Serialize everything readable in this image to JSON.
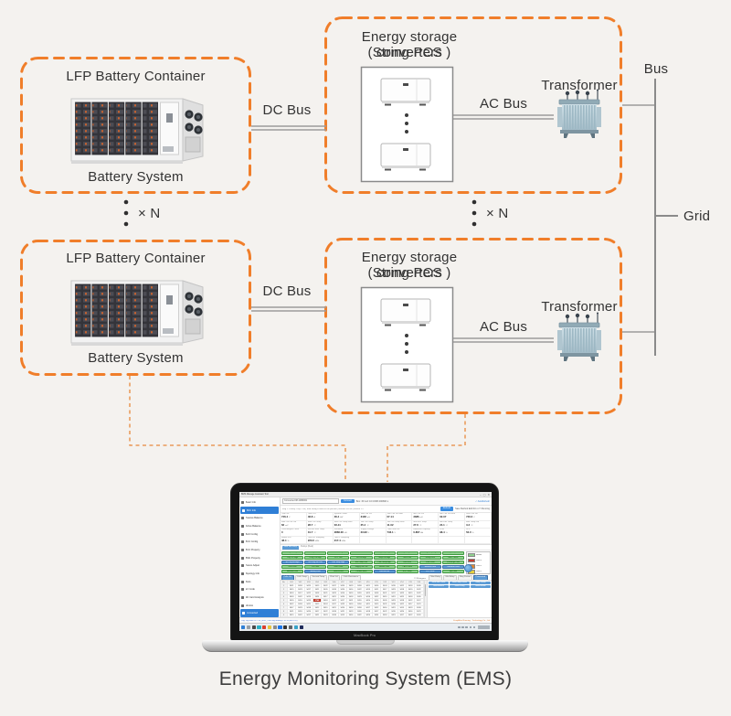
{
  "diagram": {
    "battery_box": {
      "title": "LFP Battery Container",
      "label": "Battery System"
    },
    "converter_box": {
      "title": "Energy storage converters",
      "subtitle": "(String PCS )"
    },
    "labels": {
      "dc_bus": "DC Bus",
      "ac_bus": "AC Bus",
      "transformer": "Transformer",
      "bus": "Bus",
      "grid": "Grid",
      "xn": "× N"
    },
    "colors": {
      "box_border": "#f07e2a",
      "thin_connector": "#e8893c",
      "wire": "#9b9b9b",
      "bus_wire": "#8a8a8a"
    }
  },
  "caption": "Energy Monitoring System (EMS)",
  "laptop": {
    "brand": "MacBook Pro",
    "app": {
      "title": "BMS Manage Assistant Tool",
      "window_controls": [
        "–",
        "▢",
        "✕"
      ],
      "toolbarA": {
        "device_field": "Connected  08-14B0001",
        "connect_label": "Connect",
        "info": [
          "Box: 15",
          "Cell: 16",
          "COM3  460800 ▾"
        ],
        "auto_refresh": "✓ AutoRefresh"
      },
      "toolbarB": {
        "path": "Msg 1 » Relay » Rly » Vol  |  read config & write all cell packets  |  timeout 200 ms  |  refresh 1 s",
        "action_label": "Refresh",
        "right": [
          "Save Method",
          "Edit",
          "Rcv ▾",
          "☐ Running"
        ]
      },
      "sidebar": [
        {
          "label": "Basic Info",
          "active": false
        },
        {
          "label": "BDU Info",
          "active": true
        },
        {
          "label": "Passive Balance",
          "active": false
        },
        {
          "label": "Active Balance",
          "active": false
        },
        {
          "label": "BAU Config",
          "active": false
        },
        {
          "label": "BCU Config",
          "active": false
        },
        {
          "label": "BCU Property",
          "active": false
        },
        {
          "label": "BMU Property",
          "active": false
        },
        {
          "label": "Param Adjust",
          "active": false
        },
        {
          "label": "Topology Info",
          "active": false
        },
        {
          "label": "Tools",
          "active": false
        },
        {
          "label": "Err Code",
          "active": false
        },
        {
          "label": "SD Card Analysis",
          "active": false
        },
        {
          "label": "Monitor",
          "active": false
        },
        {
          "label": "Connected",
          "active": true
        }
      ],
      "metrics": [
        [
          {
            "l": "Total Vol",
            "v": "746.4",
            "u": "V"
          },
          {
            "l": "Total Cur",
            "v": "48.8",
            "u": "A"
          },
          {
            "l": "System Power",
            "v": "36.4",
            "u": "kW"
          },
          {
            "l": "Max Cell Vol",
            "v": "3448",
            "u": "mV"
          },
          {
            "l": "Max Cell Vol Num",
            "v": "07-14",
            "u": ""
          },
          {
            "l": "Min Cell Vol",
            "v": "3386",
            "u": "mV"
          },
          {
            "l": "Min Cell Vol Num",
            "v": "02-07",
            "u": ""
          },
          {
            "l": "Sum Cell Vol",
            "v": "746.0",
            "u": "V"
          }
        ],
        [
          {
            "l": "Max Cell Vol Diff",
            "v": "62",
            "u": "mV"
          },
          {
            "l": "Max Cell Temp",
            "v": "28.7",
            "u": "°C"
          },
          {
            "l": "Max Cell Temp Num",
            "v": "03-11",
            "u": ""
          },
          {
            "l": "Min Cell Temp",
            "v": "25.4",
            "u": "°C"
          },
          {
            "l": "Min Cell Temp Num",
            "v": "11-02",
            "u": ""
          },
          {
            "l": "Max Env Temp",
            "v": "27.6",
            "u": "°C"
          },
          {
            "l": "Min Env Temp",
            "v": "24.1",
            "u": "°C"
          },
          {
            "l": "Max Temp Diff",
            "v": "3.3",
            "u": "°C"
          }
        ],
        [
          {
            "l": "Overcharged Count",
            "v": "0",
            "u": ""
          },
          {
            "l": "HS Box Max Temp",
            "v": "31.7",
            "u": "°C"
          },
          {
            "l": "Insulation",
            "v": "2866.00",
            "u": "kΩ"
          },
          {
            "l": "Supply Voltage",
            "v": "23.96",
            "u": "V"
          },
          {
            "l": "Lead Total Vol",
            "v": "746.1",
            "u": "V"
          },
          {
            "l": "Balanced Capacity",
            "v": "0.867",
            "u": "Ah"
          },
          {
            "l": "SOH",
            "v": "98.4",
            "u": "%"
          },
          {
            "l": "SOC",
            "v": "52.0",
            "u": "%"
          }
        ],
        [
          {
            "l": "Rated SOC",
            "v": "48.4",
            "u": "%"
          },
          {
            "l": "Total HV Sampling",
            "v": "223.0",
            "u": "kWh"
          },
          {
            "l": "Total P Sampling",
            "v": "217.4",
            "u": "kWh"
          },
          null,
          null,
          null,
          null,
          null
        ]
      ],
      "section_tab": "Cell Vol/Temp",
      "section_rest": "Relays (Real)",
      "grid_buttons": [
        "Chg Vol High",
        "Dchg Vol Low",
        "Cell Vol High",
        "Cell Vol Low",
        "Chg Temp High",
        "Chg Temp Low",
        "Dchg Temp High",
        "Dchg Temp Low",
        "Chg Cur High",
        "Dchg Cur High",
        "SOC Low",
        "Vol Diff High",
        "Temp Diff High",
        "Insul Low",
        "Relay Fault",
        "BMU Offline",
        "BL Chg Vol High",
        "BL Dchg Vol Low",
        "Env Temp High",
        "Env Temp Low",
        "Pole Temp High",
        "Fan Fault",
        "Fuse Fault",
        "Precharge Fault",
        "Wire Fault",
        "HV Fault",
        "MSD Fault",
        "Supply Vol Low",
        "Heater Fault",
        "CAN Offline",
        "Balance Fault",
        "Contactor Fault",
        "Aerosol Fault",
        "Airway Fault",
        "Level3 Fault",
        "Current Fault",
        "PackVol Diff",
        "SOC Jump",
        "NTC Fault",
        "Sys Fault"
      ],
      "grid_blue_indexes": [
        16,
        17,
        18,
        30,
        31,
        33,
        36,
        38
      ],
      "legend": [
        {
          "label": "Normal",
          "color": "#8fd08f"
        },
        {
          "label": "Level 3",
          "color": "#c43c2e"
        },
        {
          "label": "Level 2",
          "color": "#e2862f"
        },
        {
          "label": "Level 1",
          "color": "#e5cf3e"
        }
      ],
      "table_tabs": [
        "Cells Vol",
        "Cells Temp",
        "Second Temp",
        "Plate Vol",
        "Cells Resistance"
      ],
      "whitegone_label": "☐ Whitegone",
      "right_tabs": [
        "Max Relay",
        "Min Relay",
        "Mag Packet",
        "Connected"
      ],
      "right_buttons": [
        "Read Volt Packet",
        "Read Temp Packet",
        "Relay Packet",
        "Read Balance",
        "Read Config",
        "Read Version"
      ],
      "table": {
        "headers": [
          "No.",
          "V01",
          "V02",
          "V03",
          "V04",
          "V05",
          "V06",
          "V07",
          "V08",
          "V09",
          "V10",
          "V11",
          "V12",
          "V13",
          "V14",
          "V15",
          "V16"
        ],
        "alert": {
          "row": 4,
          "col": 3
        },
        "rows": [
          [
            3421,
            3418,
            3425,
            3419,
            3422,
            3417,
            3420,
            3423,
            3418,
            3421,
            3416,
            3424,
            3419,
            3422,
            3418,
            3420
          ],
          [
            3419,
            3423,
            3417,
            3421,
            3420,
            3418,
            3424,
            3416,
            3422,
            3419,
            3421,
            3417,
            3423,
            3418,
            3420,
            3422
          ],
          [
            3424,
            3417,
            3422,
            3418,
            3421,
            3423,
            3416,
            3420,
            3419,
            3425,
            3418,
            3421,
            3417,
            3423,
            3419,
            3422
          ],
          [
            3418,
            3422,
            3419,
            3424,
            3417,
            3421,
            3420,
            3418,
            3423,
            3416,
            3422,
            3419,
            3421,
            3425,
            3418,
            3420
          ],
          [
            3420,
            3419,
            3423,
            2748,
            3418,
            3422,
            3417,
            3421,
            3419,
            3424,
            3416,
            3420,
            3423,
            3418,
            3422,
            3417
          ],
          [
            3422,
            3418,
            3421,
            3419,
            3424,
            3417,
            3423,
            3420,
            3416,
            3421,
            3419,
            3425,
            3418,
            3422,
            3417,
            3421
          ],
          [
            3417,
            3423,
            3418,
            3422,
            3419,
            3421,
            3420,
            3424,
            3418,
            3417,
            3422,
            3416,
            3421,
            3419,
            3423,
            3418
          ],
          [
            3421,
            3419,
            3424,
            3417,
            3422,
            3418,
            3421,
            3423,
            3420,
            3418,
            3417,
            3422,
            3419,
            3424,
            3416,
            3421
          ],
          [
            3419,
            3422,
            3417,
            3421,
            3423,
            3418,
            3419,
            3416,
            3422,
            3420,
            3424,
            3418,
            3421,
            3417,
            3422,
            3419
          ],
          [
            3423,
            3418,
            3421,
            3420,
            3417,
            3424,
            3418,
            3422,
            3419,
            3421,
            3416,
            3423,
            3418,
            3420,
            3422,
            3417
          ],
          [
            3418,
            3421,
            3419,
            3423,
            3420,
            3417,
            3422,
            3418,
            3421,
            3424,
            3419,
            3417,
            3423,
            3421,
            3418,
            3420
          ]
        ]
      },
      "status_left": "Log: cfg read OK  »  01_BDU_Cells.log   loading 1 of 16  (BDU 02)",
      "status_right": "KeepAlive Running · Technology Co., Ltd",
      "taskbar_icon_colors": [
        "#2f7fd6",
        "#9aa0a6",
        "#4a4a4a",
        "#2bb0c5",
        "#d93f2e",
        "#e8c33a",
        "#8a8a8a",
        "#1a73e8",
        "#333333",
        "#5f6368",
        "#38a3c8",
        "#1f2b5b"
      ]
    }
  }
}
